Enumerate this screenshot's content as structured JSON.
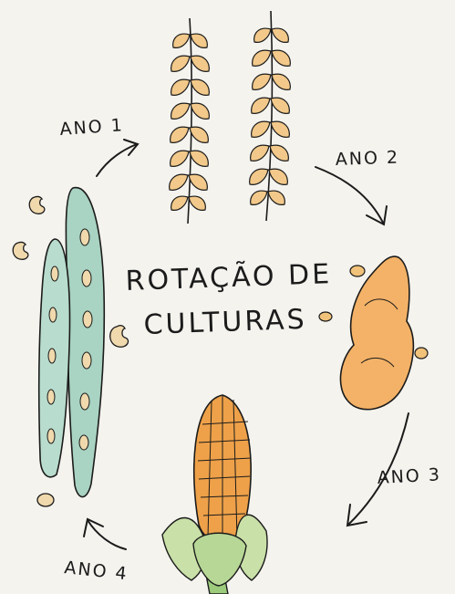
{
  "diagram": {
    "title_line1": "ROTAÇÃO DE",
    "title_line2": "CULTURAS",
    "stages": [
      {
        "label": "ANO 1",
        "crop": "wheat"
      },
      {
        "label": "ANO 2",
        "crop": "peanut"
      },
      {
        "label": "ANO 3",
        "crop": "corn"
      },
      {
        "label": "ANO 4",
        "crop": "bean"
      }
    ]
  },
  "colors": {
    "paper": "#f4f3ee",
    "ink": "#1b1b1b",
    "wheat": "#f2c98a",
    "peanut": "#f3b267",
    "corn": "#eea149",
    "corn_husk": "#c9e0a8",
    "bean_pod": "#a9d3c2",
    "bean_seed": "#f0d9ad"
  },
  "icons": [
    "wheat-icon",
    "peanut-icon",
    "corn-icon",
    "bean-pod-icon",
    "arrow-icon"
  ]
}
